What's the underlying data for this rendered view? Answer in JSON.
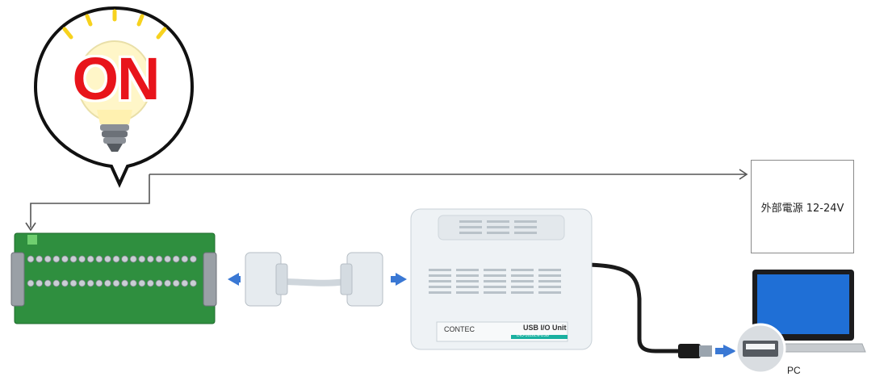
{
  "bulb_callout": {
    "text": "ON"
  },
  "power_supply": {
    "label": "外部電源 12-24V"
  },
  "pc": {
    "label": "PC"
  },
  "usb_unit": {
    "brand": "CONTEC",
    "title": "USB I/O Unit",
    "subtitle": "DIO-1616LN-USB"
  },
  "colors": {
    "on_text": "#e8141b",
    "arrow": "#3a78d4",
    "bulb_glow": "#f7d21e",
    "board": "#2f8f3f"
  }
}
